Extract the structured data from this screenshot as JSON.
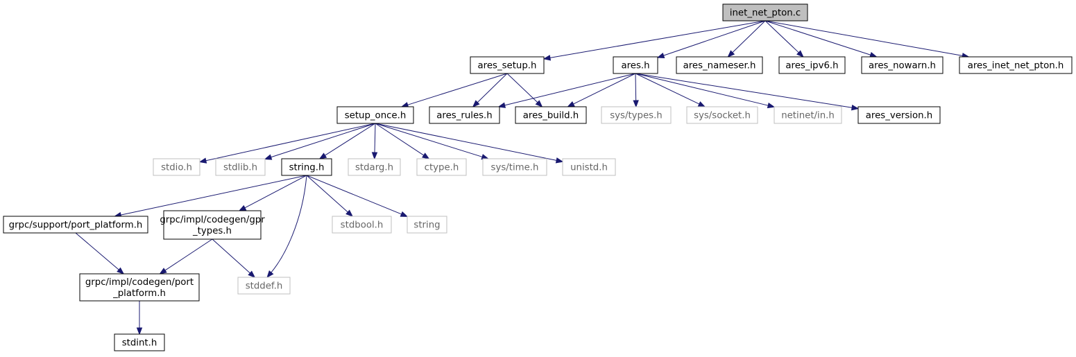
{
  "graph": {
    "nodes": [
      {
        "id": "inet",
        "lines": [
          "inet_net_pton.c"
        ],
        "kind": "root"
      },
      {
        "id": "ares_setup",
        "lines": [
          "ares_setup.h"
        ],
        "kind": "internal"
      },
      {
        "id": "ares",
        "lines": [
          "ares.h"
        ],
        "kind": "internal"
      },
      {
        "id": "ares_nameser",
        "lines": [
          "ares_nameser.h"
        ],
        "kind": "internal"
      },
      {
        "id": "ares_ipv6",
        "lines": [
          "ares_ipv6.h"
        ],
        "kind": "internal"
      },
      {
        "id": "ares_nowarn",
        "lines": [
          "ares_nowarn.h"
        ],
        "kind": "internal"
      },
      {
        "id": "ares_inet_net_pton",
        "lines": [
          "ares_inet_net_pton.h"
        ],
        "kind": "internal"
      },
      {
        "id": "setup_once",
        "lines": [
          "setup_once.h"
        ],
        "kind": "internal"
      },
      {
        "id": "ares_rules",
        "lines": [
          "ares_rules.h"
        ],
        "kind": "internal"
      },
      {
        "id": "ares_build",
        "lines": [
          "ares_build.h"
        ],
        "kind": "internal"
      },
      {
        "id": "sys_types",
        "lines": [
          "sys/types.h"
        ],
        "kind": "external"
      },
      {
        "id": "sys_socket",
        "lines": [
          "sys/socket.h"
        ],
        "kind": "external"
      },
      {
        "id": "netinet_in",
        "lines": [
          "netinet/in.h"
        ],
        "kind": "external"
      },
      {
        "id": "ares_version",
        "lines": [
          "ares_version.h"
        ],
        "kind": "internal"
      },
      {
        "id": "stdio",
        "lines": [
          "stdio.h"
        ],
        "kind": "external"
      },
      {
        "id": "stdlib",
        "lines": [
          "stdlib.h"
        ],
        "kind": "external"
      },
      {
        "id": "string_h",
        "lines": [
          "string.h"
        ],
        "kind": "internal"
      },
      {
        "id": "stdarg",
        "lines": [
          "stdarg.h"
        ],
        "kind": "external"
      },
      {
        "id": "ctype",
        "lines": [
          "ctype.h"
        ],
        "kind": "external"
      },
      {
        "id": "sys_time",
        "lines": [
          "sys/time.h"
        ],
        "kind": "external"
      },
      {
        "id": "unistd",
        "lines": [
          "unistd.h"
        ],
        "kind": "external"
      },
      {
        "id": "port_platform_support",
        "lines": [
          "grpc/support/port_platform.h"
        ],
        "kind": "internal"
      },
      {
        "id": "gpr_types",
        "lines": [
          "grpc/impl/codegen/gpr",
          "_types.h"
        ],
        "kind": "internal"
      },
      {
        "id": "stdbool",
        "lines": [
          "stdbool.h"
        ],
        "kind": "external"
      },
      {
        "id": "string",
        "lines": [
          "string"
        ],
        "kind": "external"
      },
      {
        "id": "port_platform_codegen",
        "lines": [
          "grpc/impl/codegen/port",
          "_platform.h"
        ],
        "kind": "internal"
      },
      {
        "id": "stddef",
        "lines": [
          "stddef.h"
        ],
        "kind": "external"
      },
      {
        "id": "stdint",
        "lines": [
          "stdint.h"
        ],
        "kind": "internal"
      }
    ],
    "edges": [
      [
        "inet",
        "ares_setup"
      ],
      [
        "inet",
        "ares"
      ],
      [
        "inet",
        "ares_nameser"
      ],
      [
        "inet",
        "ares_ipv6"
      ],
      [
        "inet",
        "ares_nowarn"
      ],
      [
        "inet",
        "ares_inet_net_pton"
      ],
      [
        "ares_setup",
        "setup_once"
      ],
      [
        "ares_setup",
        "ares_rules"
      ],
      [
        "ares_setup",
        "ares_build"
      ],
      [
        "ares",
        "ares_rules"
      ],
      [
        "ares",
        "ares_build"
      ],
      [
        "ares",
        "sys_types"
      ],
      [
        "ares",
        "sys_socket"
      ],
      [
        "ares",
        "netinet_in"
      ],
      [
        "ares",
        "ares_version"
      ],
      [
        "setup_once",
        "stdio"
      ],
      [
        "setup_once",
        "stdlib"
      ],
      [
        "setup_once",
        "string_h"
      ],
      [
        "setup_once",
        "stdarg"
      ],
      [
        "setup_once",
        "ctype"
      ],
      [
        "setup_once",
        "sys_time"
      ],
      [
        "setup_once",
        "unistd"
      ],
      [
        "string_h",
        "port_platform_support"
      ],
      [
        "string_h",
        "gpr_types"
      ],
      [
        "string_h",
        "stddef"
      ],
      [
        "string_h",
        "stdbool"
      ],
      [
        "string_h",
        "string"
      ],
      [
        "port_platform_support",
        "port_platform_codegen"
      ],
      [
        "gpr_types",
        "port_platform_codegen"
      ],
      [
        "gpr_types",
        "stddef"
      ],
      [
        "port_platform_codegen",
        "stdint"
      ]
    ]
  },
  "colors": {
    "edge": "#191970",
    "root_fill": "#bfbfbf",
    "internal_border": "#000000",
    "external_border": "#bfbfbf",
    "external_text": "#666666"
  }
}
